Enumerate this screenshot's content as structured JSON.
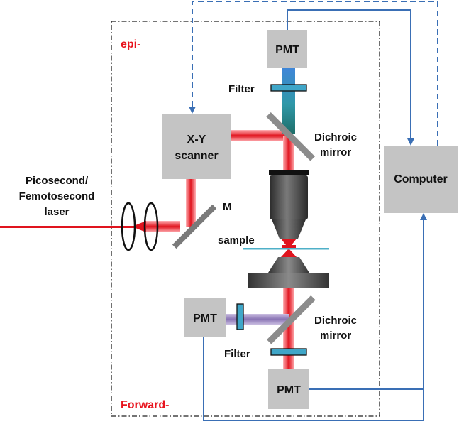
{
  "labels": {
    "epi": "epi-",
    "forward": "Forward-",
    "pmt_top": "PMT",
    "pmt_left": "PMT",
    "pmt_bottom": "PMT",
    "filter_top": "Filter",
    "filter_bottom": "Filter",
    "xy_scanner_line1": "X-Y",
    "xy_scanner_line2": "scanner",
    "dichroic_top_line1": "Dichroic",
    "dichroic_top_line2": "mirror",
    "dichroic_bottom_line1": "Dichroic",
    "dichroic_bottom_line2": "mirror",
    "computer": "Computer",
    "laser_line1": "Picosecond/",
    "laser_line2": "Femotosecond",
    "laser_line3": "laser",
    "mirror_m": "M",
    "sample": "sample"
  },
  "colors": {
    "laser_red": "#e0141e",
    "label_red": "#e8141e",
    "signal_blue": "#3a6fb5",
    "box_gray": "#c4c4c4",
    "filter_teal": "#3fa6c8",
    "epi_signal": "#2e8fa8",
    "forward_signal": "#8a74b5",
    "objective_dark": "#3a3a3a"
  }
}
